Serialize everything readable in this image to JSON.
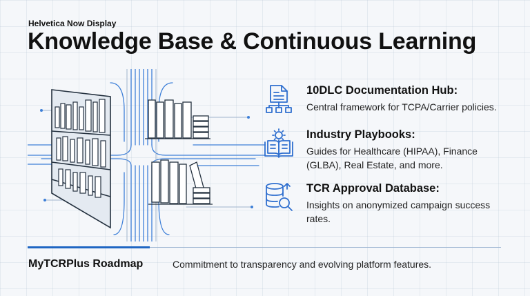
{
  "header": {
    "eyebrow": "Helvetica Now Display",
    "title": "Knowledge Base & Continuous Learning"
  },
  "features": [
    {
      "icon": "document-hub-icon",
      "title": "10DLC Documentation Hub:",
      "description": "Central framework for TCPA/Carrier policies."
    },
    {
      "icon": "playbook-gear-icon",
      "title": "Industry Playbooks:",
      "description": "Guides for Healthcare (HIPAA), Finance (GLBA), Real Estate, and more."
    },
    {
      "icon": "database-search-icon",
      "title": "TCR Approval Database:",
      "description": "Insights on anonymized campaign success rates."
    }
  ],
  "footer": {
    "title": "MyTCRPlus Roadmap",
    "description": "Commitment to transparency and evolving platform features."
  },
  "illustration": {
    "icon": "library-bookshelves-illustration"
  },
  "colors": {
    "accent": "#1f66c3",
    "icon_blue": "#2f6fcf",
    "text": "#111111",
    "background": "#f5f7fa"
  }
}
